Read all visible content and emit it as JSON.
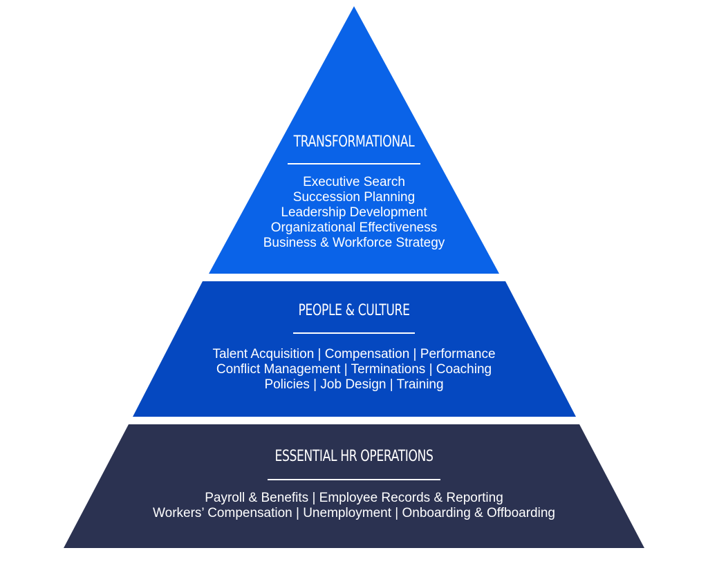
{
  "colors": {
    "top_tier": "#0a63e8",
    "middle_tier": "#0548c0",
    "bottom_tier": "#2b3251",
    "text": "#ffffff",
    "background": "#ffffff"
  },
  "tiers": {
    "top": {
      "title": "TRANSFORMATIONAL",
      "lines": [
        "Executive Search",
        "Succession Planning",
        "Leadership Development",
        "Organizational Effectiveness",
        "Business & Workforce Strategy"
      ]
    },
    "middle": {
      "title": "PEOPLE & CULTURE",
      "lines": [
        "Talent Acquisition | Compensation | Performance",
        "Conflict Management |  Terminations | Coaching",
        "Policies | Job Design | Training"
      ]
    },
    "bottom": {
      "title": "ESSENTIAL HR OPERATIONS",
      "lines": [
        "Payroll & Benefits |  Employee Records & Reporting",
        "Workers’ Compensation | Unemployment | Onboarding & Offboarding"
      ]
    }
  }
}
